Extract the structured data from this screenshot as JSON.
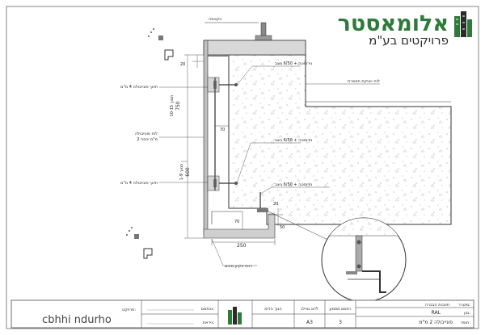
{
  "logo": {
    "name": "אלומאסטר",
    "subtitle": "פרויקטים בע\"מ",
    "brand_color": "#2f7a3a"
  },
  "labels": {
    "lamp": "הקנופה",
    "nut_top": "נירוסטה + 6/50 ניצב",
    "reinforced_concrete": "לוח ויציקת חספרת",
    "aluminium_angle_top": "תיווך פונייבולה 4 מ\"מ",
    "aluminium_profile": "לוח פונייבולה",
    "aluminium_profile_2": "2 מ\"מ יכסה",
    "nut_middle": "נירוסטה + 6/50 ניצב",
    "aluminium_angle_bottom": "תיווך פונייבולה 4 מ\"מ",
    "nut_bottom": "נירוסטה + 6/50 ניצב",
    "bottom_profile": "רווח זוקיע מינים"
  },
  "dimensions": {
    "d20_top": "20",
    "d750": "750",
    "d10_15": "10-15 תמוך",
    "d70_mid": "70",
    "d600": "600",
    "d1_9": "1-9 תמוך",
    "d20_bottom": "20",
    "d70_bottom": "70",
    "d50": "50",
    "d250": "250"
  },
  "title_block": {
    "project_label": "פרויקט:",
    "project_value": "cbhhi ndurho",
    "subject_label": "מיטרר:",
    "subject_value": "תינכות הבכרה",
    "color_label": "גוון:",
    "color_value": "RAL",
    "material_label": "חומר:",
    "material_value": "פונייבולה 2 מ\"מ",
    "drawing_no_label": "רפסם מסמע",
    "drawing_no_value": "3",
    "sheet_label": "לדוג גווילג",
    "sheet_value": "A3",
    "designer_label": "הנוך הדימ",
    "prepared_label": "נכתמם:",
    "checked_label": "ניראת:"
  }
}
